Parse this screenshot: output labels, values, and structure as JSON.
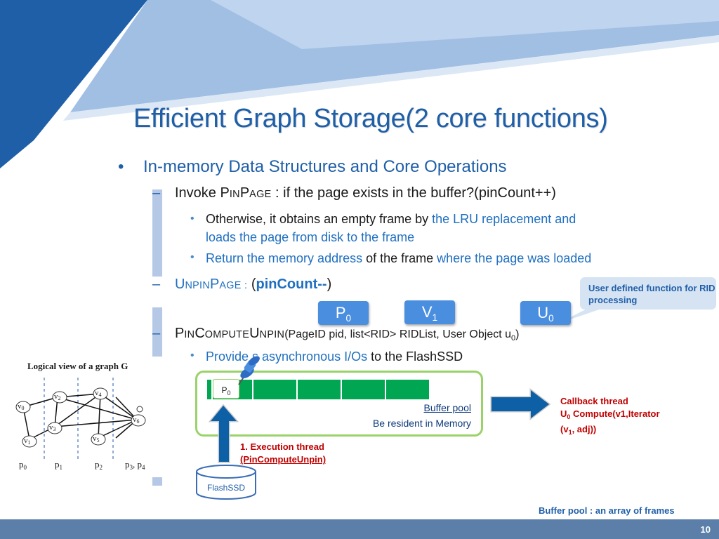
{
  "slide": {
    "title": "Efficient Graph Storage(2 core functions)",
    "page_number": "10"
  },
  "bullets": {
    "l1": "In-memory Data Structures and Core Operations",
    "pinpage": {
      "prefix": "Invoke ",
      "p1": "P",
      "p2": "IN",
      "p3": "P",
      "p4": "AGE",
      "rest": " : if the page exists in the buffer?(pinCount++)"
    },
    "otherwise": {
      "black": "Otherwise, it obtains an empty frame by ",
      "blue1": "the LRU replacement and",
      "blue2": "loads the page from disk to the frame"
    },
    "return": {
      "blue1": "Return the memory address",
      "black": " of the frame ",
      "blue2": "where the page was loaded"
    },
    "unpin": {
      "u1": "U",
      "u2": "NPIN",
      "u3": "P",
      "u4": "AGE :",
      "open": " (",
      "bold": "pinCount--",
      "close": ")"
    },
    "pincompute": {
      "c1": "P",
      "c2": "IN",
      "c3": "C",
      "c4": "OMPUTE",
      "c5": "U",
      "c6": "NPIN",
      "args": "(PageID pid, list<RID> RIDList, User Object u",
      "sub": "0",
      "end": ")"
    },
    "async": {
      "blue": "Provide s asynchronous I/Os",
      "black": " to the FlashSSD"
    }
  },
  "callout": {
    "text": "User defined function for RID processing"
  },
  "tags": [
    {
      "main": "P",
      "sub": "0"
    },
    {
      "main": "V",
      "sub": "1"
    },
    {
      "main": "U",
      "sub": "0"
    }
  ],
  "graph": {
    "title": "Logical view of a graph G",
    "nodes": [
      {
        "main": "v",
        "sub": "0"
      },
      {
        "main": "v",
        "sub": "1"
      },
      {
        "main": "v",
        "sub": "2"
      },
      {
        "main": "v",
        "sub": "3"
      },
      {
        "main": "v",
        "sub": "4"
      },
      {
        "main": "v",
        "sub": "5"
      },
      {
        "main": "v",
        "sub": "6"
      }
    ],
    "partitions": [
      {
        "main": "p",
        "sub": "0",
        "tail": ""
      },
      {
        "main": "p",
        "sub": "1",
        "tail": ""
      },
      {
        "main": "p",
        "sub": "2",
        "tail": ""
      },
      {
        "main": "p",
        "sub": "3",
        "tail": ", p",
        "tail_sub": "4"
      }
    ]
  },
  "buffer": {
    "p0_main": "P",
    "p0_sub": "0",
    "pool_label": "Buffer pool",
    "resident": "Be resident in Memory"
  },
  "execution": {
    "line1": "1. Execution thread",
    "line2": "(PinComputeUnpin)"
  },
  "flashssd": "FlashSSD",
  "callback": {
    "line1": "Callback thread",
    "line2_main": "U",
    "line2_sub": "0",
    "line2_rest": " Compute(v1,Iterator",
    "line3_a": "(v",
    "line3_sub": "1",
    "line3_b": ", adj))"
  },
  "buffer_array_note": "Buffer pool : an array of frames",
  "colors": {
    "title": "#1f5fa8",
    "accent_blue": "#1f6fc0",
    "tag_fill": "#4a8ee0",
    "frame_green": "#00a651",
    "pool_border": "#9ad26a",
    "arrow_blue": "#0d5fa6",
    "callback_red": "#c00000"
  }
}
